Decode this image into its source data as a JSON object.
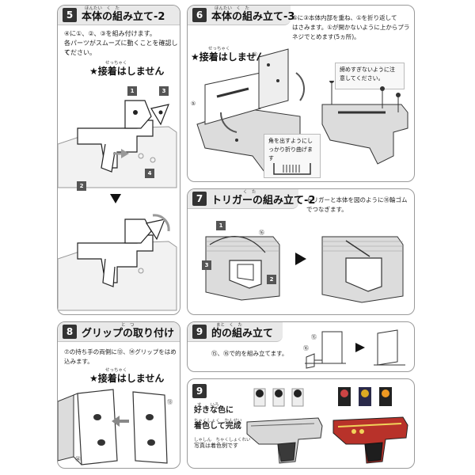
{
  "page": {
    "background": "#ffffff"
  },
  "panels": {
    "p5": {
      "number": "5",
      "title": "本体の組み立て-2",
      "ruby": "ほんたい　く　た",
      "text_line1": "④に①、②、③を組み付けます。",
      "text_line2": "各パーツがスムーズに動くことを確認して",
      "text_line3": "ください。",
      "note_ruby": "せっちゃく",
      "note": "★接着はしません",
      "tags": [
        "1",
        "3",
        "2",
        "4"
      ]
    },
    "p6": {
      "number": "6",
      "title": "本体の組み立て-3",
      "ruby": "ほんたい　く　た",
      "text_line1": "⑤に③本体内部を重ね、①を折り返して",
      "text_line2": "はさみます。①が開かないように上からプラ",
      "text_line3": "ネジでとめます(5ヵ所)。",
      "note_ruby": "せっちゃく",
      "note": "★接着はしません",
      "callout1": "締めすぎないように注意してください。",
      "callout2": "角を出すようにしっかり折り曲げます",
      "labels": [
        "①",
        "⑤",
        "③"
      ]
    },
    "p7": {
      "number": "7",
      "title": "トリガーの組み立て-2",
      "ruby": "く　た",
      "text_line1": "トリガーと本体を図のように⑯輪ゴム",
      "text_line2": "でつなぎます。",
      "tags": [
        "1",
        "3",
        "2"
      ],
      "label": "⑯"
    },
    "p8": {
      "number": "8",
      "title": "グリップの取り付け",
      "ruby": "と　つ",
      "text_line1": "⑦の持ち手の両側に⑬、⑭グリップをはめ",
      "text_line2": "込みます。",
      "note_ruby": "せっちゃく",
      "note": "★接着はしません",
      "labels": [
        "⑬",
        "⑭"
      ]
    },
    "p9a": {
      "number": "9",
      "title": "的の組み立て",
      "ruby": "まと　く　た",
      "text_line1": "⑮、⑯で的を組み立てます。",
      "labels": [
        "⑮",
        "⑯"
      ]
    },
    "p9b": {
      "number": "9",
      "text_line1": "好きな色に",
      "text_line2": "着色して完成",
      "text_line3": "写真は着色例です",
      "ruby1": "す　　いろ",
      "ruby2": "ちゃくしょく　かんせい",
      "ruby3": "しゃしん　ちゃくしょくれい"
    }
  },
  "colors": {
    "panel_border": "#9a9a9a",
    "header_bg": "#e9e9e9",
    "number_bg": "#333333",
    "gun_red": "#b8322a",
    "gun_silver": "#d8d8d8",
    "target_black": "#222222"
  }
}
